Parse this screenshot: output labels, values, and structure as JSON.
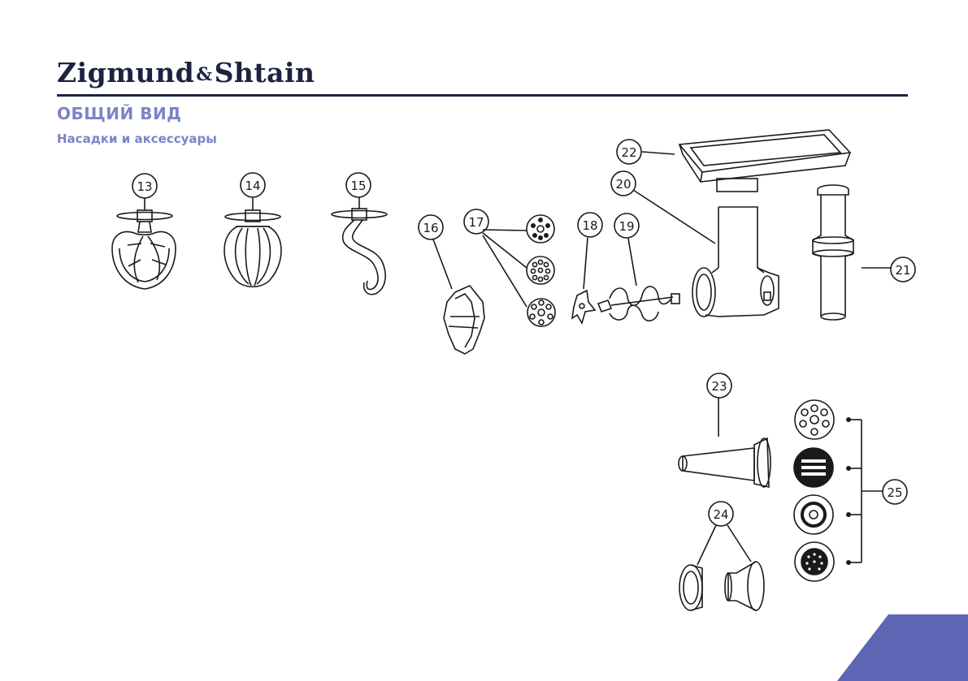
{
  "brand": {
    "name_left": "Zigmund",
    "ampersand": "&",
    "name_right": "Shtain"
  },
  "section": {
    "title": "ОБЩИЙ ВИД",
    "subtitle": "Насадки и аксессуары"
  },
  "callouts": {
    "c13": "13",
    "c14": "14",
    "c15": "15",
    "c16": "16",
    "c17": "17",
    "c18": "18",
    "c19": "19",
    "c20": "20",
    "c21": "21",
    "c22": "22",
    "c23": "23",
    "c24": "24",
    "c25": "25"
  },
  "colors": {
    "brand": "#1c2340",
    "accent": "#7b83c8",
    "corner": "#5c66b4"
  }
}
